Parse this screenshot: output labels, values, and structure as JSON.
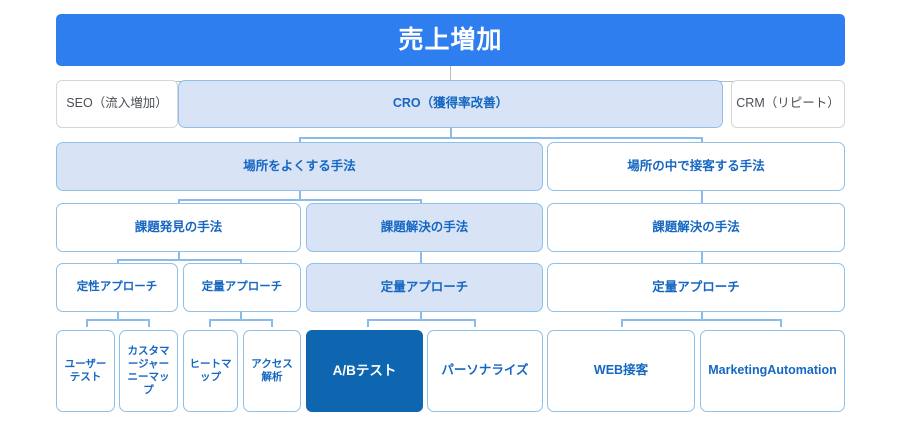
{
  "diagram": {
    "type": "tree",
    "title": "売上増加",
    "colors": {
      "root_blue": "#2e7ef0",
      "fill_light_blue": "#d8e4f6",
      "border_blue": "#8fc0e8",
      "text_blue": "#1667c2",
      "highlight_blue": "#0f66b0",
      "neutral_border": "#d3d6da",
      "neutral_text": "#4a4f55",
      "connector": "#8bbbe8"
    },
    "levels": {
      "level0": {
        "label": "root"
      },
      "level1": {
        "label": "channel"
      },
      "level2": {
        "label": "method-group"
      },
      "level3": {
        "label": "method-type"
      },
      "level4": {
        "label": "approach"
      },
      "level5": {
        "label": "tactic"
      }
    }
  },
  "nodes": {
    "root": {
      "label": "売上増加",
      "style": "root"
    },
    "seo": {
      "label": "SEO（流入増加）",
      "style": "neutral"
    },
    "cro": {
      "label": "CRO（獲得率改善）",
      "style": "fill"
    },
    "crm": {
      "label": "CRM（リピート）",
      "style": "neutral"
    },
    "group_left": {
      "label": "場所をよくする手法",
      "style": "fill"
    },
    "group_right": {
      "label": "場所の中で接客する手法",
      "style": "outline"
    },
    "discover": {
      "label": "課題発見の手法",
      "style": "outline"
    },
    "solve_mid": {
      "label": "課題解決の手法",
      "style": "fill"
    },
    "solve_right": {
      "label": "課題解決の手法",
      "style": "outline"
    },
    "qualitative": {
      "label": "定性アプローチ",
      "style": "outline"
    },
    "quantitative_a": {
      "label": "定量アプローチ",
      "style": "outline"
    },
    "quantitative_b": {
      "label": "定量アプローチ",
      "style": "fill"
    },
    "quantitative_c": {
      "label": "定量アプローチ",
      "style": "outline"
    },
    "user_test": {
      "label": "ユーザーテスト",
      "style": "outline"
    },
    "cjm": {
      "label": "カスタマージャーニーマップ",
      "style": "outline"
    },
    "heatmap": {
      "label": "ヒートマップ",
      "style": "outline"
    },
    "access": {
      "label": "アクセス解析",
      "style": "outline"
    },
    "abtest": {
      "label": "A/Bテスト",
      "style": "solid"
    },
    "personalize": {
      "label": "パーソナライズ",
      "style": "outline"
    },
    "web_sekkyaku": {
      "label": "WEB接客",
      "style": "outline"
    },
    "marketing_automation": {
      "label": "MarketingAutomation",
      "style": "outline"
    }
  }
}
